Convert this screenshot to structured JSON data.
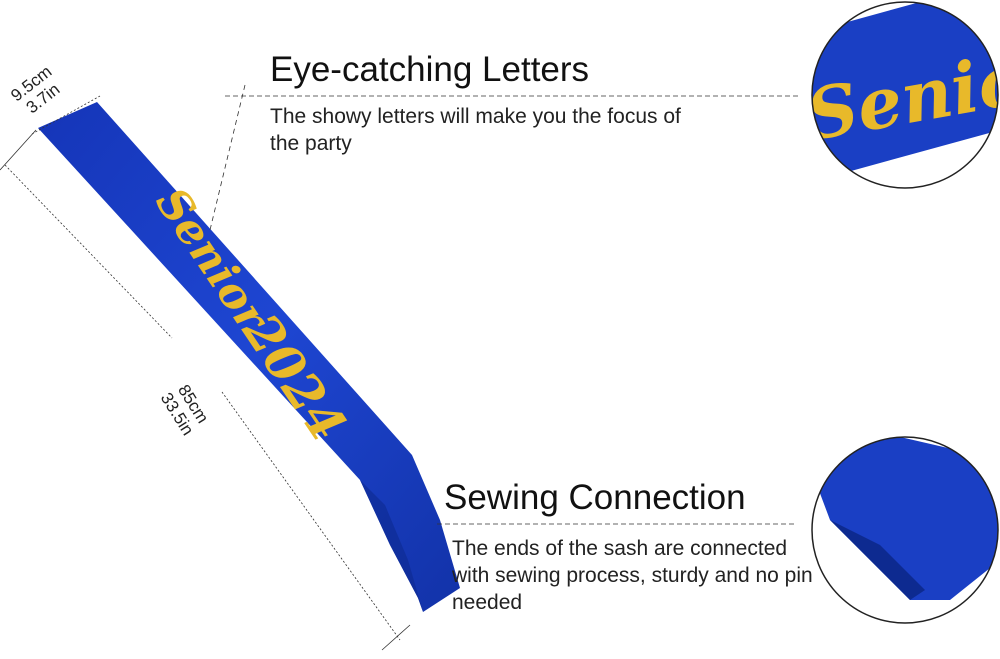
{
  "product": {
    "sash_text_line1": "Senior",
    "sash_text_line2": "2024",
    "sash_color": "#1a3fc4",
    "lettering_color": "#e8b92a"
  },
  "dimensions": {
    "width_cm": "9.5cm",
    "width_in": "3.7in",
    "length_cm": "85cm",
    "length_in": "33.5in"
  },
  "features": [
    {
      "title": "Eye-catching Letters",
      "description": "The showy letters will make you the focus of the party"
    },
    {
      "title": "Sewing Connection",
      "description": "The ends of the sash are connected with sewing process, sturdy and no pin needed"
    }
  ],
  "detail_circles": {
    "top_text": "Senio"
  }
}
